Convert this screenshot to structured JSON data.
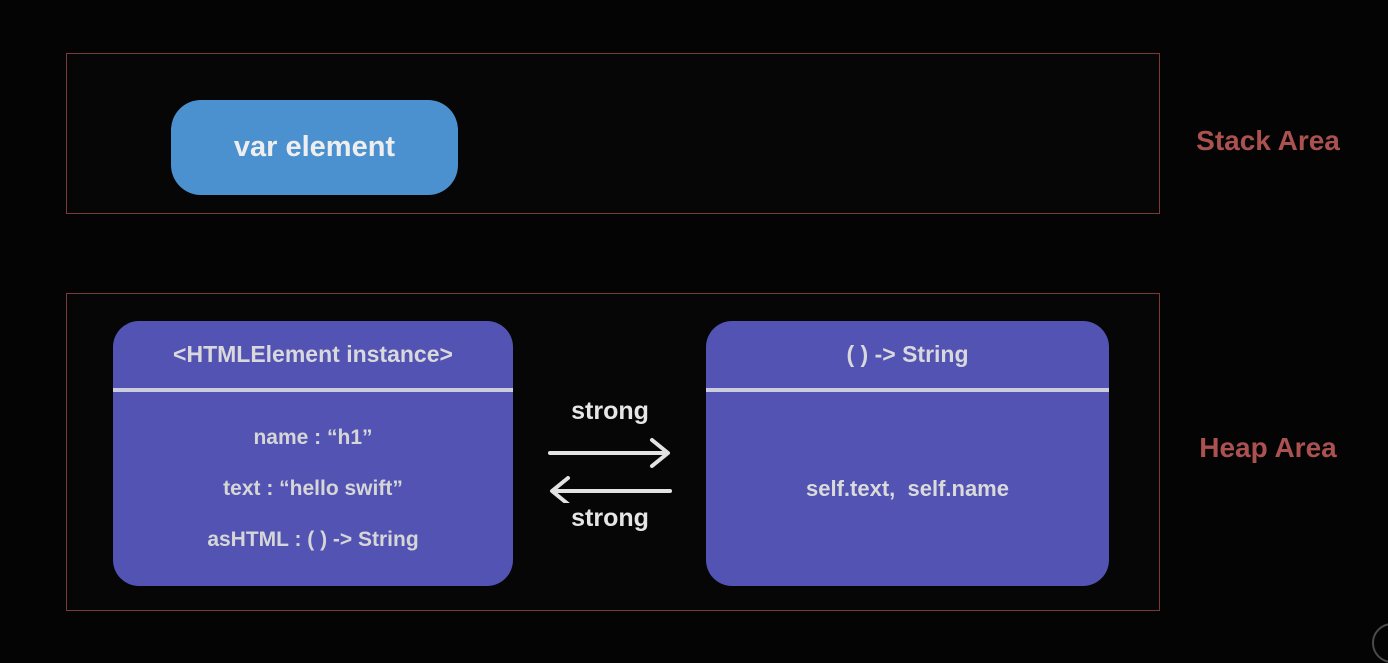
{
  "colors": {
    "background": "#040404",
    "area_border": "#7a3a3a",
    "area_label_text": "#ab5150",
    "stack_variable_fill": "#4b91cf",
    "heap_object_fill": "#5253b3",
    "object_text": "#d9d9d9",
    "object_divider": "#ccccdf",
    "arrow": "#e3e3e3"
  },
  "stack_area": {
    "label": "Stack Area",
    "variable": {
      "label": "var element"
    }
  },
  "heap_area": {
    "label": "Heap Area",
    "html_element_instance": {
      "title": "<HTMLElement instance>",
      "properties": [
        "name : “h1”",
        "text : “hello swift”",
        "asHTML : ( ) -> String"
      ]
    },
    "closure": {
      "title": "( ) -> String",
      "body": "self.text,  self.name"
    },
    "references": {
      "forward_label": "strong",
      "backward_label": "strong"
    }
  }
}
